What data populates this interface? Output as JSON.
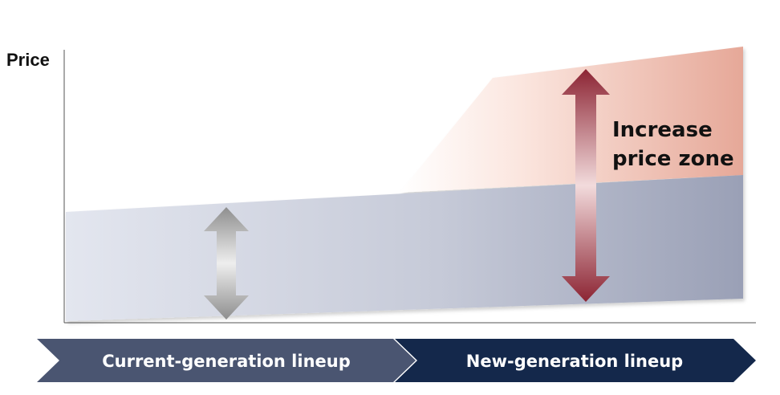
{
  "axis": {
    "y_label": "Price"
  },
  "zone": {
    "label_line1": "Increase",
    "label_line2": "price zone"
  },
  "lineup": {
    "current_label": "Current-generation lineup",
    "new_label": "New-generation lineup"
  },
  "colors": {
    "current_band_start": "#e3e6ef",
    "current_band_end": "#9aa0b6",
    "increase_zone_start": "#ffffff",
    "increase_zone_end": "#e6a898",
    "red_arrow": "#8c2433",
    "gray_arrow": "#9e9e9e",
    "current_chevron": "#4a5571",
    "new_chevron": "#14284b"
  }
}
